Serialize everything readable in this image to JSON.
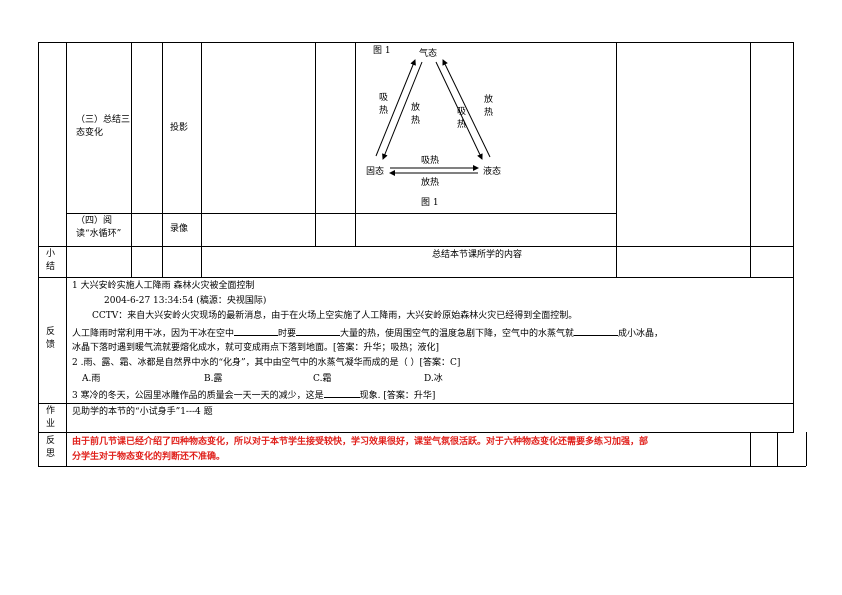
{
  "rows": {
    "summary_section": {
      "label": "（三）总结三态变化",
      "method": "投影",
      "diagram": {
        "caption_top": "图 1",
        "caption_bottom": "图 1",
        "gas": "气态",
        "solid": "固态",
        "liquid": "液态",
        "left_up": "吸热",
        "left_down": "放热",
        "right_up": "吸热",
        "right_down": "放热",
        "bottom_right": "吸热",
        "bottom_left": "放热"
      }
    },
    "reading": {
      "label": "（四）阅读“水循环”",
      "method": "录像"
    },
    "xiaojie": {
      "label": "小结",
      "content": "总结本节课所学的内容"
    },
    "feedback": {
      "label": "反馈",
      "q1_title": "1 大兴安岭实施人工降雨 森林火灾被全面控制",
      "q1_date": "2004-6-27 13:34:54 (稿源：央视国际)",
      "q1_p1": "CCTV：来自大兴安岭火灾现场的最新消息，由于在火场上空实施了人工降雨，大兴安岭原始森林火灾已经得到全面控制。",
      "q1_p2a": "人工降雨时常利用干冰，因为干冰在空中",
      "q1_p2b": "时要",
      "q1_p2c": "大量的热，使周围空气的温度急剧下降，空气中的水蒸气就",
      "q1_p2d": "成小冰晶，",
      "q1_p3": "冰晶下落时遇到暖气流就要熔化成水，就可变成雨点下落到地面。[答案：升华；吸热；液化]",
      "q2": "2 .雨、露、霜、冰都是自然界中水的“化身”，其中由空气中的水蒸气凝华而成的是（ ）[答案：C]",
      "q2_options": [
        "A.雨",
        "B.露",
        "C.霜",
        "D.冰"
      ],
      "q3a": "3 寒冷的冬天，公园里冰雕作品的质量会一天一天的减少，这是",
      "q3b": "现象. [答案：升华]"
    },
    "homework": {
      "label": "作业",
      "content": "见助学的本节的“小试身手”1---4 题"
    },
    "reflection": {
      "label": "反思",
      "line1": "由于前几节课已经介绍了四种物态变化，所以对于本节学生接受较快，学习效果很好，课堂气氛很活跃。对于六种物态变化还需要多练习加强，部",
      "line2": "分学生对于物态变化的判断还不准确。"
    }
  },
  "colors": {
    "reflection_text": "#e0201b",
    "border": "#000000"
  }
}
